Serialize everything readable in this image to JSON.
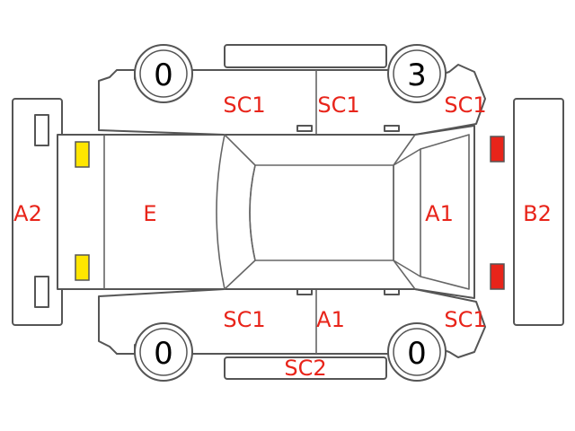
{
  "tires": {
    "rear_top": "0",
    "front_top": "3",
    "rear_bottom": "0",
    "front_bottom": "0"
  },
  "labels": {
    "top_rear_door": "SC1",
    "top_front_door": "SC1",
    "top_front_fender": "SC1",
    "rear_bumper": "A2",
    "trunk": "E",
    "hood": "A1",
    "front_bumper": "B2",
    "bottom_rear_door": "SC1",
    "bottom_front_door": "A1",
    "bottom_front_fender": "SC1",
    "bottom_sill": "SC2"
  },
  "colors": {
    "label_red": "#e8241a",
    "light_yellow": "#ffe600",
    "light_red": "#e8241a",
    "outline": "#555555"
  }
}
